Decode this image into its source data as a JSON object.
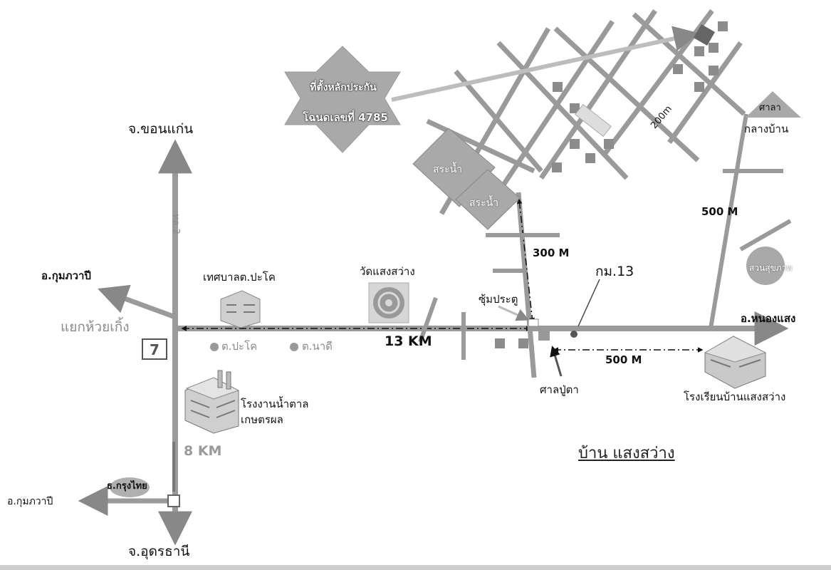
{
  "map": {
    "caption": "บ้าน แสงสว่าง",
    "parcel": {
      "line1": "ที่ตั้งหลักประกัน",
      "line2": "โฉนดเลขที่ 4785"
    },
    "directions": {
      "north": "จ.ขอนแก่น",
      "south": "จ.อุดรธานี",
      "west_upper": "อ.กุมภวาปี",
      "west_lower": "อ.กุมภวาปี",
      "east": "อ.หนองแสง"
    },
    "junction": "แยกห้วยเกิ้ง",
    "highway_label": "ทล.2",
    "distances": {
      "main_road": "13 KM",
      "south_road": "8 KM",
      "branch_north": "300 M",
      "school": "500 M",
      "east_branch": "500 M",
      "village_grid": "200m"
    },
    "places": {
      "municipality": "เทศบาลต.ปะโค",
      "temple": "วัดแสงสว่าง",
      "sugar_factory_1": "โรงงานน้ำตาล",
      "sugar_factory_2": "เกษตรผล",
      "bank": "ธ.กรุงไทย",
      "tambon_pakho": "ต.ปะโค",
      "tambon_nadi": "ต.นาดี",
      "gate": "ซุ้มประตู",
      "shrine": "ศาลปู่ตา",
      "km_marker": "กม.13",
      "school": "โรงเรียนบ้านแสงสว่าง",
      "sala_1": "ศาลา",
      "sala_2": "กลางบ้าน",
      "pond_1": "สระน้ำ",
      "pond_2": "สระน้ำ",
      "health_center": "สวนสุขภาพ"
    },
    "colors": {
      "road": "#9a9a9a",
      "road_dark": "#777777",
      "pond": "#a9a9a9",
      "caption": "#222222"
    }
  }
}
